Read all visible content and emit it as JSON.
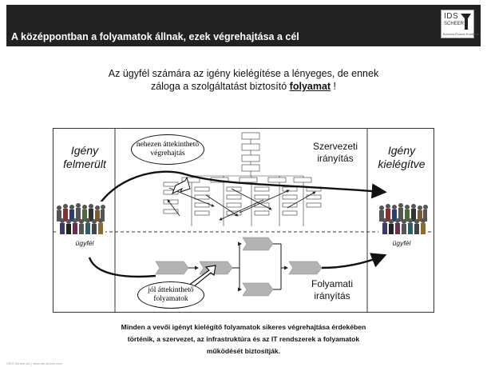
{
  "header": {
    "title": "A középpontban  a folyamatok állnak, ezek végrehajtása a cél",
    "background": "#222222",
    "logo": {
      "text": "IDS",
      "sub": "SCHEER",
      "tagline": "Business Process Excellence"
    }
  },
  "intro": {
    "line1": "Az ügyfél számára az igény kielégítése a lényeges, de ennek",
    "line2_prefix": "zálogа a szolgáltatást biztosító ",
    "line2_bold": "folyamat",
    "line2_suffix": " !"
  },
  "diagram": {
    "left_title_1": "Igény",
    "left_title_2": "felmerült",
    "right_title_1": "Igény",
    "right_title_2": "kielégítve",
    "left_customer": "ügyfél",
    "right_customer": "ügyfél",
    "top_right_1": "Szervezeti",
    "top_right_2": "irányítás",
    "bottom_right_1": "Folyamati",
    "bottom_right_2": "irányítás",
    "bubble_top_1": "nehezen áttekinthető",
    "bubble_top_2": "végrehajtás",
    "bubble_bottom_1": "jól áttekinthető",
    "bubble_bottom_2": "folyamatok"
  },
  "footer": {
    "line1": "Minden a vevői igényt kielégítő folyamatok sikeres végrehajtása érdekében",
    "line2": "történik, a szervezet, az infrastruktúra és az IT rendszerek a folyamatok",
    "line3": "működését biztosítják."
  },
  "copyright": "©IDS Scheer AG | www.ids-scheer.com"
}
